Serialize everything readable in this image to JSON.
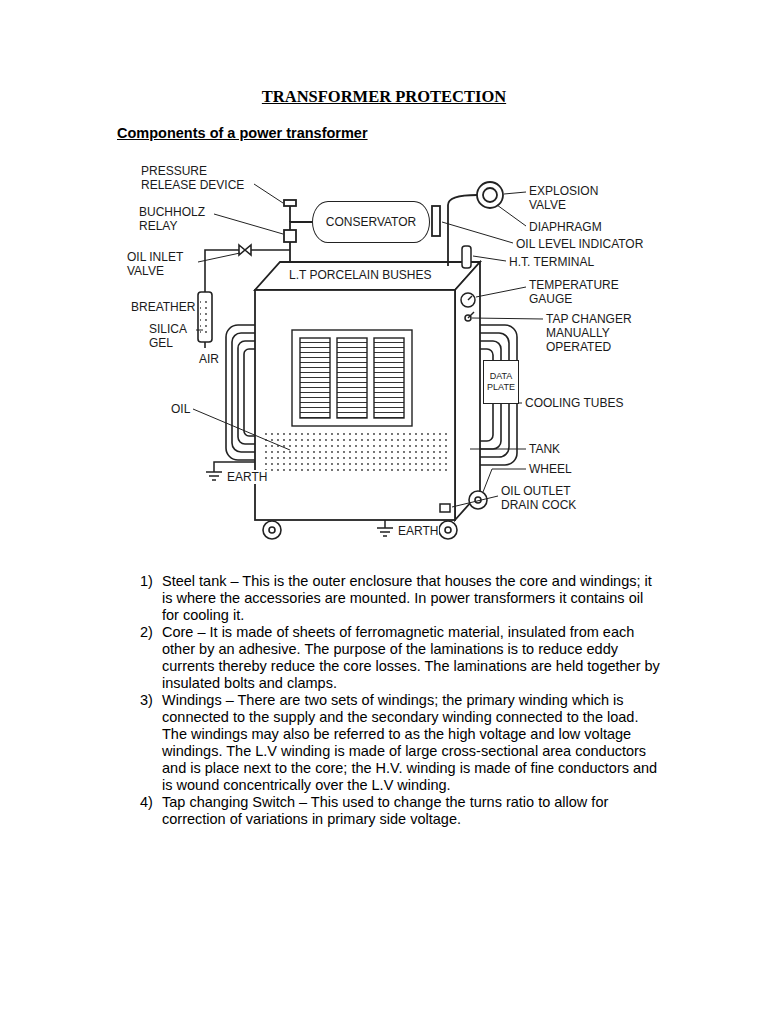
{
  "diagram": {
    "title": "TRANSFORMER PROTECTION",
    "nodes": [
      {
        "text": [
          "CONSERVATOR"
        ]
      },
      {
        "text": [
          "DATA PLATE"
        ]
      }
    ],
    "labels": [
      "Components of a power transformer",
      "PRESSURE RELEASE DEVICE",
      "BUCHHOLZ RELAY",
      "OIL INLET VALVE",
      "BREATHER",
      "SILICA GEL",
      "AIR",
      "OIL",
      "EARTH",
      "EXPLOSION VALVE",
      "DIAPHRAGM",
      "OIL LEVEL INDICATOR",
      "H.T. TERMINAL",
      "L.T PORCELAIN BUSHES",
      "TEMPERATURE GAUGE",
      "TAP CHANGER MANUALLY OPERATED",
      "COOLING TUBES",
      "TANK",
      "WHEEL",
      "OIL OUTLET DRAIN COCK",
      "EARTH",
      "1)",
      "Steel tank – This is the outer enclosure that houses the core and windings; it is where the accessories are mounted. In power transformers it contains oil for cooling it.",
      "2)",
      "Core – It is made of sheets of ferromagnetic material, insulated from each other by an adhesive. The purpose of the laminations is to reduce eddy currents thereby reduce the core losses. The laminations are held together by insulated bolts and clamps.",
      "3)",
      "Windings – There are two sets of windings; the primary winding which is connected to the supply and the secondary winding connected to the load. The windings may also be referred to as the high voltage and low voltage windings. The L.V winding is made of large cross-sectional area conductors and is place next to the core; the H.V. winding is made of fine conductors and is wound concentrically over the L.V winding.",
      "4)",
      "Tap changing Switch – This used to change the turns ratio to allow for correction of variations in primary side voltage."
    ]
  }
}
